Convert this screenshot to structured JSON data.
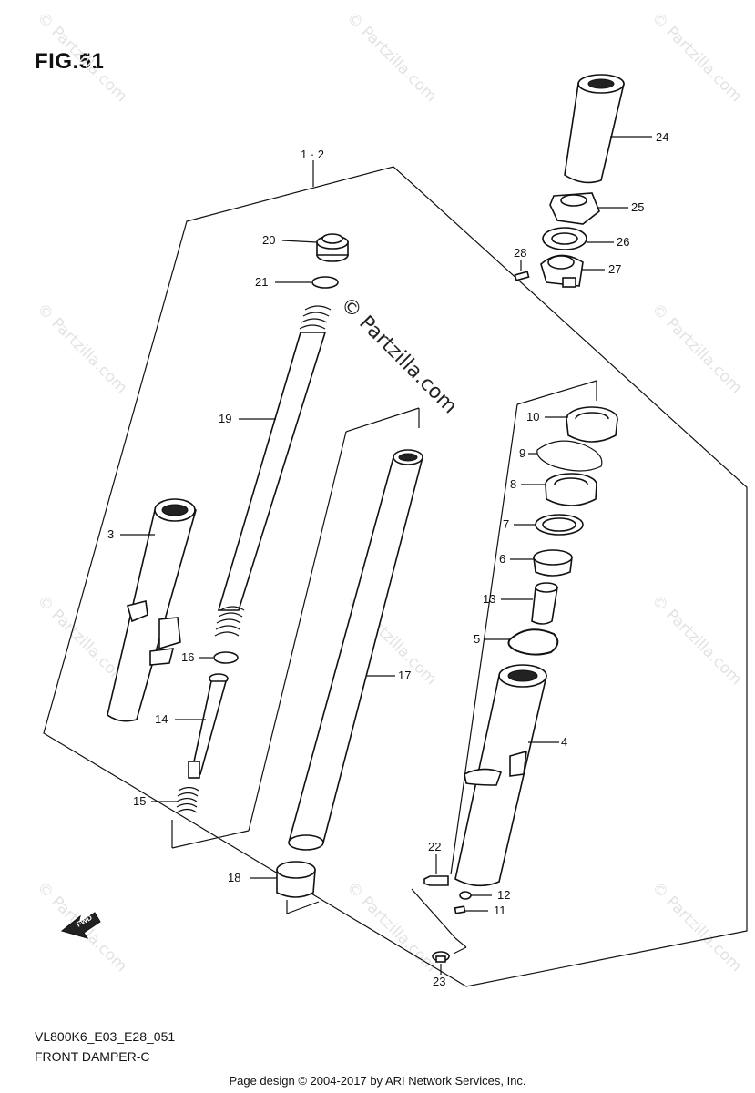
{
  "figure": {
    "title": "FIG.51",
    "model_code": "VL800K6_E03_E28_051",
    "name": "FRONT DAMPER-C"
  },
  "copyright": "Page design © 2004-2017 by ARI Network Services, Inc.",
  "watermark": {
    "small_text": "© Partzilla.com",
    "large_text": "© Partzilla.com"
  },
  "fwd_label": "FWD",
  "callouts": [
    {
      "id": "1-2",
      "label": "1 · 2"
    },
    {
      "id": "3",
      "label": "3"
    },
    {
      "id": "4",
      "label": "4"
    },
    {
      "id": "5",
      "label": "5"
    },
    {
      "id": "6",
      "label": "6"
    },
    {
      "id": "7",
      "label": "7"
    },
    {
      "id": "8",
      "label": "8"
    },
    {
      "id": "9",
      "label": "9"
    },
    {
      "id": "10",
      "label": "10"
    },
    {
      "id": "11",
      "label": "11"
    },
    {
      "id": "12",
      "label": "12"
    },
    {
      "id": "13",
      "label": "13"
    },
    {
      "id": "14",
      "label": "14"
    },
    {
      "id": "15",
      "label": "15"
    },
    {
      "id": "16",
      "label": "16"
    },
    {
      "id": "17",
      "label": "17"
    },
    {
      "id": "18",
      "label": "18"
    },
    {
      "id": "19",
      "label": "19"
    },
    {
      "id": "20",
      "label": "20"
    },
    {
      "id": "21",
      "label": "21"
    },
    {
      "id": "22",
      "label": "22"
    },
    {
      "id": "23",
      "label": "23"
    },
    {
      "id": "24",
      "label": "24"
    },
    {
      "id": "25",
      "label": "25"
    },
    {
      "id": "26",
      "label": "26"
    },
    {
      "id": "27",
      "label": "27"
    },
    {
      "id": "28",
      "label": "28"
    }
  ]
}
